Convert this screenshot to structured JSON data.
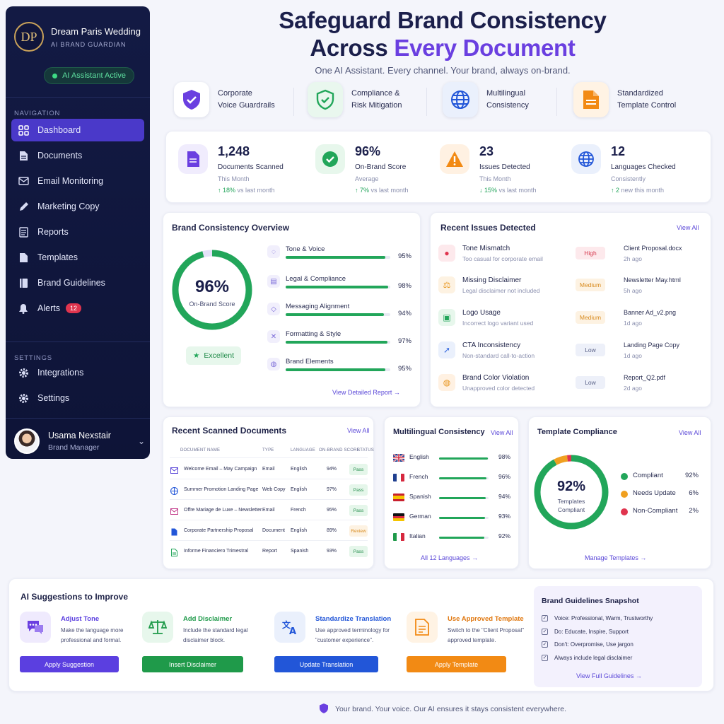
{
  "sidebar": {
    "logo_text": "DP",
    "brand_name": "Dream Paris Wedding",
    "brand_sub": "AI BRAND GUARDIAN",
    "status": "AI Assistant Active",
    "nav_heading": "NAVIGATION",
    "nav_items": [
      {
        "label": "Dashboard",
        "icon": "grid-icon"
      },
      {
        "label": "Documents",
        "icon": "document-icon"
      },
      {
        "label": "Email Monitoring",
        "icon": "mail-icon"
      },
      {
        "label": "Marketing Copy",
        "icon": "pen-icon"
      },
      {
        "label": "Reports",
        "icon": "report-icon"
      },
      {
        "label": "Templates",
        "icon": "template-icon"
      },
      {
        "label": "Brand Guidelines",
        "icon": "book-icon"
      },
      {
        "label": "Alerts",
        "icon": "bell-icon",
        "badge": "12"
      }
    ],
    "settings_heading": "SETTINGS",
    "settings_items": [
      {
        "label": "Integrations",
        "icon": "gear-icon"
      },
      {
        "label": "Settings",
        "icon": "gear-icon"
      }
    ],
    "user": {
      "name": "Usama Nexstair",
      "role": "Brand Manager"
    }
  },
  "header": {
    "title_line1": "Safeguard Brand Consistency",
    "title_line2_prefix": "Across ",
    "title_line2_accent": "Every Document",
    "subtitle": "One AI Assistant. Every channel. Your brand, always on-brand."
  },
  "features": [
    {
      "line1": "Corporate",
      "line2": "Voice Guardrails",
      "icon": "shield-check-icon"
    },
    {
      "line1": "Compliance &",
      "line2": "Risk Mitigation",
      "icon": "shield-check-icon"
    },
    {
      "line1": "Multilingual",
      "line2": "Consistency",
      "icon": "globe-icon"
    },
    {
      "line1": "Standardized",
      "line2": "Template Control",
      "icon": "document-icon"
    }
  ],
  "stats": [
    {
      "value": "1,248",
      "label": "Documents Scanned",
      "period": "This Month",
      "trend_arrow": "↑",
      "trend_value": "18%",
      "trend_text": " vs last month",
      "icon": "document-icon"
    },
    {
      "value": "96%",
      "label": "On-Brand Score",
      "period": "Average",
      "trend_arrow": "↑",
      "trend_value": "7%",
      "trend_text": " vs last month",
      "icon": "check-circle-icon"
    },
    {
      "value": "23",
      "label": "Issues Detected",
      "period": "This Month",
      "trend_arrow": "↓",
      "trend_value": "15%",
      "trend_text": " vs last month",
      "icon": "warning-icon"
    },
    {
      "value": "12",
      "label": "Languages Checked",
      "period": "Consistently",
      "trend_arrow": "↑",
      "trend_value": "2",
      "trend_text": " new this month",
      "icon": "globe-icon"
    }
  ],
  "overview": {
    "title": "Brand Consistency Overview",
    "score": "96%",
    "score_label": "On-Brand Score",
    "score_fraction": 0.96,
    "rating": "Excellent",
    "metrics": [
      {
        "name": "Tone & Voice",
        "value": "95%",
        "fraction": 0.95,
        "icon": "chat-icon"
      },
      {
        "name": "Legal & Compliance",
        "value": "98%",
        "fraction": 0.98,
        "icon": "document-icon"
      },
      {
        "name": "Messaging Alignment",
        "value": "94%",
        "fraction": 0.94,
        "icon": "tag-icon"
      },
      {
        "name": "Formatting & Style",
        "value": "97%",
        "fraction": 0.97,
        "icon": "tools-icon"
      },
      {
        "name": "Brand Elements",
        "value": "95%",
        "fraction": 0.95,
        "icon": "palette-icon"
      }
    ],
    "link": "View Detailed Report"
  },
  "issues": {
    "title": "Recent Issues Detected",
    "view_all": "View All",
    "items": [
      {
        "title": "Tone Mismatch",
        "desc": "Too casual for corporate email",
        "severity": "High",
        "file": "Client Proposal.docx",
        "time": "2h ago",
        "icon": "chat-alert-icon",
        "color": "#e0344e"
      },
      {
        "title": "Missing Disclaimer",
        "desc": "Legal disclaimer not included",
        "severity": "Medium",
        "file": "Newsletter May.html",
        "time": "5h ago",
        "icon": "scale-icon",
        "color": "#e8961e"
      },
      {
        "title": "Logo Usage",
        "desc": "Incorrect logo variant used",
        "severity": "Medium",
        "file": "Banner Ad_v2.png",
        "time": "1d ago",
        "icon": "image-icon",
        "color": "#22a65a"
      },
      {
        "title": "CTA Inconsistency",
        "desc": "Non-standard call-to-action",
        "severity": "Low",
        "file": "Landing Page Copy",
        "time": "1d ago",
        "icon": "cursor-icon",
        "color": "#3c6ee0"
      },
      {
        "title": "Brand Color Violation",
        "desc": "Unapproved color detected",
        "severity": "Low",
        "file": "Report_Q2.pdf",
        "time": "2d ago",
        "icon": "palette-icon",
        "color": "#e8961e"
      }
    ]
  },
  "documents": {
    "title": "Recent Scanned Documents",
    "view_all": "View All",
    "headers": [
      "DOCUMENT NAME",
      "TYPE",
      "LANGUAGE",
      "ON-BRAND SCORE",
      "STATUS"
    ],
    "rows": [
      {
        "name": "Welcome Email – May Campaign",
        "type": "Email",
        "language": "English",
        "score": "94%",
        "status": "Pass",
        "icon": "mail-icon"
      },
      {
        "name": "Summer Promotion Landing Page",
        "type": "Web Copy",
        "language": "English",
        "score": "97%",
        "status": "Pass",
        "icon": "globe-icon"
      },
      {
        "name": "Offre Mariage de Luxe – Newsletter",
        "type": "Email",
        "language": "French",
        "score": "95%",
        "status": "Pass",
        "icon": "mail-icon"
      },
      {
        "name": "Corporate Partnership Proposal",
        "type": "Document",
        "language": "English",
        "score": "89%",
        "status": "Review",
        "icon": "document-icon"
      },
      {
        "name": "Informe Financiero Trimestral",
        "type": "Report",
        "language": "Spanish",
        "score": "93%",
        "status": "Pass",
        "icon": "spreadsheet-icon"
      }
    ]
  },
  "multilingual": {
    "title": "Multilingual Consistency",
    "view_all": "View All",
    "languages": [
      {
        "name": "English",
        "value": "98%",
        "fraction": 0.98
      },
      {
        "name": "French",
        "value": "96%",
        "fraction": 0.96
      },
      {
        "name": "Spanish",
        "value": "94%",
        "fraction": 0.94
      },
      {
        "name": "German",
        "value": "93%",
        "fraction": 0.93
      },
      {
        "name": "Italian",
        "value": "92%",
        "fraction": 0.92
      }
    ],
    "link": "All 12 Languages"
  },
  "templates": {
    "title": "Template Compliance",
    "view_all": "View All",
    "score": "92%",
    "score_line1": "Templates",
    "score_line2": "Compliant",
    "legend": [
      {
        "name": "Compliant",
        "value": "92%",
        "fraction": 0.92,
        "color": "#22a65a"
      },
      {
        "name": "Needs Update",
        "value": "6%",
        "fraction": 0.06,
        "color": "#f0a020"
      },
      {
        "name": "Non-Compliant",
        "value": "2%",
        "fraction": 0.02,
        "color": "#e0344e"
      }
    ],
    "link": "Manage Templates"
  },
  "suggestions": {
    "title": "AI Suggestions to Improve",
    "items": [
      {
        "title": "Adjust Tone",
        "desc": "Make the language more professional and formal.",
        "button": "Apply Suggestion",
        "color": "#5b3fe0",
        "icon": "chat-icon"
      },
      {
        "title": "Add Disclaimer",
        "desc": "Include the standard legal disclaimer block.",
        "button": "Insert Disclaimer",
        "color": "#1f9a4a",
        "icon": "scale-icon"
      },
      {
        "title": "Standardize Translation",
        "desc": "Use approved terminology for \"customer experience\".",
        "button": "Update Translation",
        "color": "#2256d8",
        "icon": "translate-icon"
      },
      {
        "title": "Use Approved Template",
        "desc": "Switch to the \"Client Proposal\" approved template.",
        "button": "Apply Template",
        "color": "#f28a14",
        "icon": "template-icon"
      }
    ]
  },
  "guidelines": {
    "title": "Brand Guidelines Snapshot",
    "items": [
      "Voice: Professional, Warm, Trustworthy",
      "Do: Educate, Inspire, Support",
      "Don't: Overpromise, Use jargon",
      "Always include legal disclaimer"
    ],
    "link": "View Full Guidelines"
  },
  "footer": "Your brand. Your voice. Our AI ensures it stays consistent everywhere."
}
